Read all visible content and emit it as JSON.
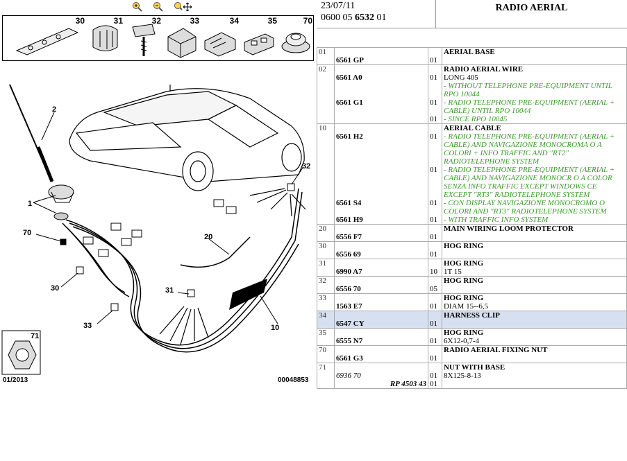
{
  "toolbar": {
    "zoom_in": "zoom-in",
    "zoom_out": "zoom-out",
    "pan": "pan"
  },
  "thumbs": [
    "30",
    "31",
    "32",
    "33",
    "34",
    "35",
    "70"
  ],
  "callouts": [
    "2",
    "1",
    "70",
    "30",
    "33",
    "31",
    "20",
    "10",
    "32",
    "71"
  ],
  "bottom_left": "01/2013",
  "bottom_right": "00048853",
  "header": {
    "date": "23/07/11",
    "code_a": "0600 05 ",
    "code_b": "6532",
    "code_c": " 01",
    "title": "RADIO AERIAL"
  },
  "rows": [
    {
      "pos": "01",
      "lines": [
        {
          "ref": "6561 GP",
          "qty": "01",
          "desc": "AERIAL BASE"
        }
      ]
    },
    {
      "pos": "02",
      "lines": [
        {
          "ref": "6561 A0",
          "qty": "01",
          "desc": "RADIO AERIAL WIRE",
          "sub": "LONG 405",
          "note": "- WITHOUT TELEPHONE PRE-EQUIPMENT UNTIL RPO 10044"
        },
        {
          "ref": "6561 G1",
          "qty": "01",
          "note": "- RADIO TELEPHONE PRE-EQUIPMENT (AERIAL + CABLE) UNTIL RPO 10044"
        },
        {
          "ref": "",
          "qty": "01",
          "note": "- SINCE RPO 10045"
        }
      ]
    },
    {
      "pos": "10",
      "lines": [
        {
          "ref": "6561 H2",
          "qty": "01",
          "desc": "AERIAL CABLE",
          "note": "- RADIO TELEPHONE PRE-EQUIPMENT (AERIAL + CABLE) AND NAVIGAZIONE MONOCROMA O A COLORI + INFO TRAFFIC AND \"RT2\" RADIOTELEPHONE SYSTEM"
        },
        {
          "ref": "",
          "qty": "01",
          "note": "- RADIO TELEPHONE PRE-EQUIPMENT (AERIAL + CABLE) AND NAVIGAZIONE MONOCR O A COLOR SENZA INFO TRAFFIC EXCEPT WINDOWS CE EXCEPT \"RT3\" RADIOTELEPHONE SYSTEM"
        },
        {
          "ref": "6561 S4",
          "qty": "01",
          "note": "- CON DISPLAY NAVIGAZIONE MONOCROMO O COLORI AND \"RT3\" RADIOTELEPHONE SYSTEM"
        },
        {
          "ref": "6561 H9",
          "qty": "01",
          "note": "- WITH TRAFFIC INFO SYSTEM"
        }
      ]
    },
    {
      "pos": "20",
      "lines": [
        {
          "ref": "6556 F7",
          "qty": "01",
          "desc": "MAIN WIRING LOOM PROTECTOR"
        }
      ]
    },
    {
      "pos": "30",
      "lines": [
        {
          "ref": "6556 69",
          "qty": "01",
          "desc": "HOG RING"
        }
      ]
    },
    {
      "pos": "31",
      "lines": [
        {
          "ref": "6990 A7",
          "qty": "10",
          "desc": "HOG RING",
          "sub": "1T 15"
        }
      ]
    },
    {
      "pos": "32",
      "lines": [
        {
          "ref": "6556 70",
          "qty": "05",
          "desc": "HOG RING"
        }
      ]
    },
    {
      "pos": "33",
      "lines": [
        {
          "ref": "1563 E7",
          "qty": "01",
          "desc": "HOG RING",
          "sub": "DIAM 15--6,5"
        }
      ]
    },
    {
      "pos": "34",
      "lines": [
        {
          "ref": "6547 CY",
          "qty": "01",
          "desc": "HARNESS CLIP"
        }
      ],
      "highlight": true
    },
    {
      "pos": "35",
      "lines": [
        {
          "ref": "6555 N7",
          "qty": "01",
          "desc": "HOG RING",
          "sub": "6X12-0,7-4"
        }
      ]
    },
    {
      "pos": "70",
      "lines": [
        {
          "ref": "6561 G3",
          "qty": "01",
          "desc": "RADIO AERIAL FIXING NUT"
        }
      ]
    },
    {
      "pos": "71",
      "lines": [
        {
          "ref": "6936 70",
          "qty": "01",
          "desc": "NUT WITH BASE",
          "sub": "8X125-8-13",
          "italic": true
        },
        {
          "ref": "RP 4503 43",
          "qty": "01",
          "right": true
        }
      ]
    }
  ]
}
